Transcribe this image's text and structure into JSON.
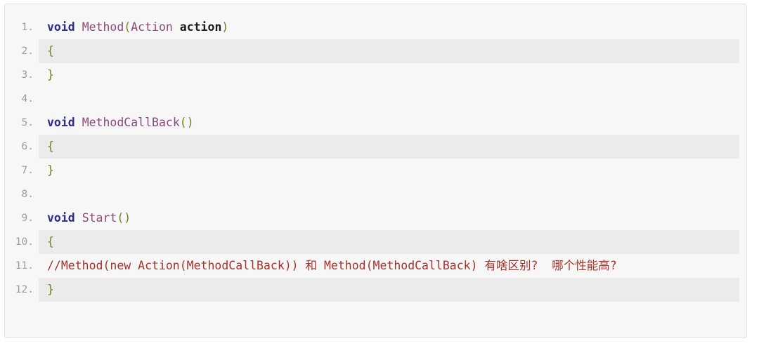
{
  "code_block": {
    "language": "csharp",
    "colors": {
      "container_bg": "#f8f7f7",
      "container_border": "#e3e3e3",
      "stripe_bg": "#ebebeb",
      "line_number": "#9b9b9b",
      "keyword": "#2b2b8f",
      "type": "#8c4b7a",
      "function": "#8c4b7a",
      "punctuation": "#7d7d26",
      "variable": "#1b1b1b",
      "comment": "#a6332b"
    },
    "lines": [
      {
        "number": "1.",
        "striped": false,
        "tokens": [
          {
            "text": "void",
            "kind": "kw"
          },
          {
            "text": " ",
            "kind": "plain"
          },
          {
            "text": "Method",
            "kind": "fn"
          },
          {
            "text": "(",
            "kind": "punc"
          },
          {
            "text": "Action",
            "kind": "type"
          },
          {
            "text": " ",
            "kind": "plain"
          },
          {
            "text": "action",
            "kind": "var"
          },
          {
            "text": ")",
            "kind": "punc"
          }
        ]
      },
      {
        "number": "2.",
        "striped": true,
        "tokens": [
          {
            "text": "{",
            "kind": "punc"
          }
        ]
      },
      {
        "number": "3.",
        "striped": false,
        "tokens": [
          {
            "text": "}",
            "kind": "punc"
          }
        ]
      },
      {
        "number": "4.",
        "striped": true,
        "tokens": [
          {
            "text": "",
            "kind": "plain"
          }
        ]
      },
      {
        "number": "5.",
        "striped": false,
        "tokens": [
          {
            "text": "void",
            "kind": "kw"
          },
          {
            "text": " ",
            "kind": "plain"
          },
          {
            "text": "MethodCallBack",
            "kind": "fn"
          },
          {
            "text": "()",
            "kind": "punc"
          }
        ]
      },
      {
        "number": "6.",
        "striped": true,
        "tokens": [
          {
            "text": "{",
            "kind": "punc"
          }
        ]
      },
      {
        "number": "7.",
        "striped": false,
        "tokens": [
          {
            "text": "}",
            "kind": "punc"
          }
        ]
      },
      {
        "number": "8.",
        "striped": true,
        "tokens": [
          {
            "text": "",
            "kind": "plain"
          }
        ]
      },
      {
        "number": "9.",
        "striped": false,
        "tokens": [
          {
            "text": "void",
            "kind": "kw"
          },
          {
            "text": " ",
            "kind": "plain"
          },
          {
            "text": "Start",
            "kind": "fn"
          },
          {
            "text": "()",
            "kind": "punc"
          }
        ]
      },
      {
        "number": "10.",
        "striped": true,
        "tokens": [
          {
            "text": "{",
            "kind": "punc"
          }
        ]
      },
      {
        "number": "11.",
        "striped": false,
        "tokens": [
          {
            "text": "//Method(new Action(MethodCallBack)) 和 Method(MethodCallBack) 有啥区别?  哪个性能高?",
            "kind": "comment"
          }
        ]
      },
      {
        "number": "12.",
        "striped": true,
        "tokens": [
          {
            "text": "}",
            "kind": "punc"
          }
        ]
      }
    ]
  }
}
